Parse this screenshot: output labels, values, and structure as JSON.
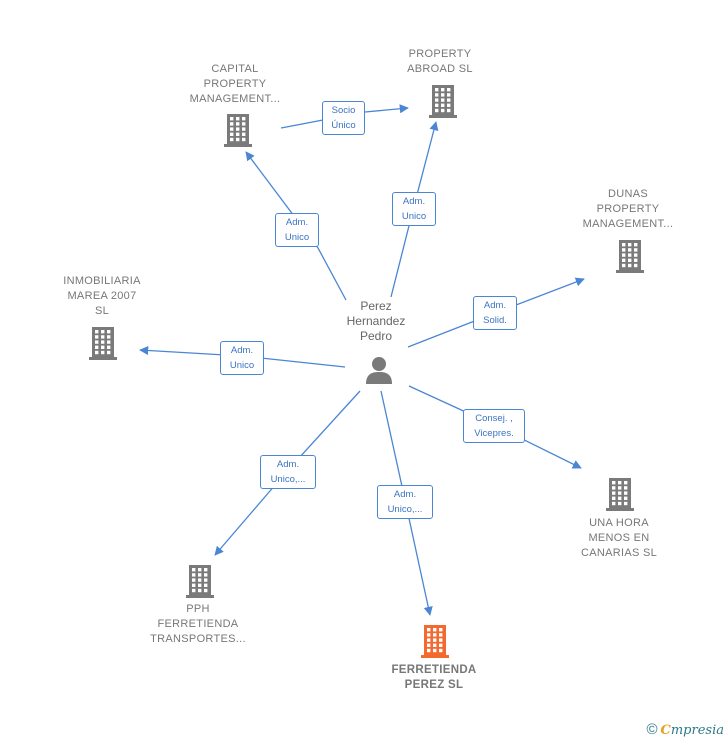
{
  "center": {
    "label": "Perez\nHernandez\nPedro",
    "icon": "person-icon"
  },
  "companies": [
    {
      "id": "capital",
      "label": "CAPITAL\nPROPERTY\nMANAGEMENT...",
      "icon": "building-icon",
      "color": "#7a7a7a"
    },
    {
      "id": "abroad",
      "label": "PROPERTY\nABROAD  SL",
      "icon": "building-icon",
      "color": "#7a7a7a"
    },
    {
      "id": "dunas",
      "label": "DUNAS\nPROPERTY\nMANAGEMENT...",
      "icon": "building-icon",
      "color": "#7a7a7a"
    },
    {
      "id": "marea",
      "label": "INMOBILIARIA\nMAREA 2007\nSL",
      "icon": "building-icon",
      "color": "#7a7a7a"
    },
    {
      "id": "unahora",
      "label": "UNA HORA\nMENOS EN\nCANARIAS SL",
      "icon": "building-icon",
      "color": "#7a7a7a"
    },
    {
      "id": "pph",
      "label": "PPH\nFERRETIENDA\nTRANSPORTES...",
      "icon": "building-icon",
      "color": "#7a7a7a"
    },
    {
      "id": "ferretienda",
      "label": "FERRETIENDA\nPEREZ  SL",
      "icon": "building-icon",
      "color": "#f26a30"
    }
  ],
  "relations": [
    {
      "label": "Socio\nÚnico"
    },
    {
      "label": "Adm.\nUnico"
    },
    {
      "label": "Adm.\nUnico"
    },
    {
      "label": "Adm.\nSolid."
    },
    {
      "label": "Adm.\nUnico"
    },
    {
      "label": "Consej. ,\nVicepres."
    },
    {
      "label": "Adm.\nUnico,..."
    },
    {
      "label": "Adm.\nUnico,..."
    }
  ],
  "colors": {
    "edge": "#4a86d4",
    "building": "#7a7a7a",
    "highlight": "#f26a30"
  },
  "footer": {
    "copyright": "©",
    "brand_first": "C",
    "brand_rest": "mpresia"
  }
}
